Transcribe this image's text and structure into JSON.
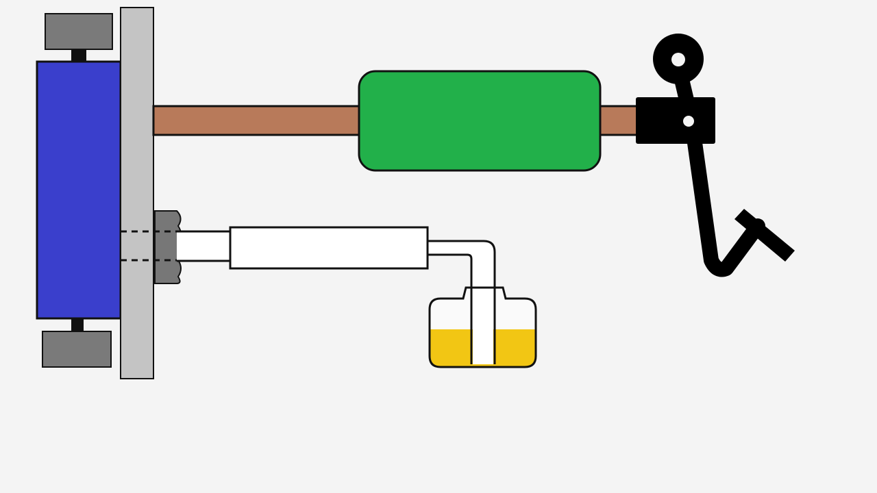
{
  "diagram": {
    "type": "brake-bleeding-schematic",
    "colors": {
      "background": "#f4f4f4",
      "outline": "#111111",
      "brake_pad": "#7a7a7a",
      "caliper": "#3a3fcc",
      "rotor_plate": "#c4c4c4",
      "push_rod": "#b87a5a",
      "master_cylinder": "#22b04a",
      "pedal": "#000000",
      "hose": "#ffffff",
      "bleed_fitting": "#777777",
      "brake_fluid": "#f2c614",
      "jar": "#fafafa"
    },
    "components": [
      {
        "id": "brake-pad-top",
        "icon": "rectangle"
      },
      {
        "id": "brake-caliper",
        "icon": "rectangle"
      },
      {
        "id": "brake-pad-bottom",
        "icon": "rectangle"
      },
      {
        "id": "rotor-plate",
        "icon": "rectangle"
      },
      {
        "id": "push-rod",
        "icon": "bar"
      },
      {
        "id": "master-cylinder",
        "icon": "rounded-rectangle"
      },
      {
        "id": "brake-pedal",
        "icon": "pedal-lever"
      },
      {
        "id": "bleed-fitting",
        "icon": "nut"
      },
      {
        "id": "bleed-hose",
        "icon": "tube"
      },
      {
        "id": "catch-jar",
        "icon": "jar"
      }
    ],
    "fluid_level_fraction": 0.55
  }
}
